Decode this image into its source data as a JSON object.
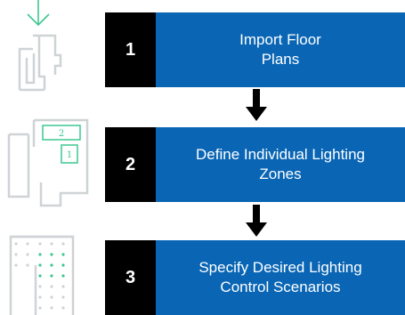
{
  "steps": [
    {
      "number": "1",
      "label_line1": "Import Floor",
      "label_line2": "Plans",
      "icon": "floor-plan-import-icon"
    },
    {
      "number": "2",
      "label_line1": "Define Individual Lighting",
      "label_line2": "Zones",
      "icon": "lighting-zones-icon"
    },
    {
      "number": "3",
      "label_line1": "Specify Desired Lighting",
      "label_line2": "Control Scenarios",
      "icon": "lighting-grid-icon"
    }
  ],
  "zones": {
    "zone_a": "2",
    "zone_b": "1"
  },
  "colors": {
    "step_label": "#0a66b5",
    "step_number": "#000000",
    "accent_green": "#3cc890",
    "plan_line": "#cfd3d6",
    "arrow": "#000000"
  }
}
